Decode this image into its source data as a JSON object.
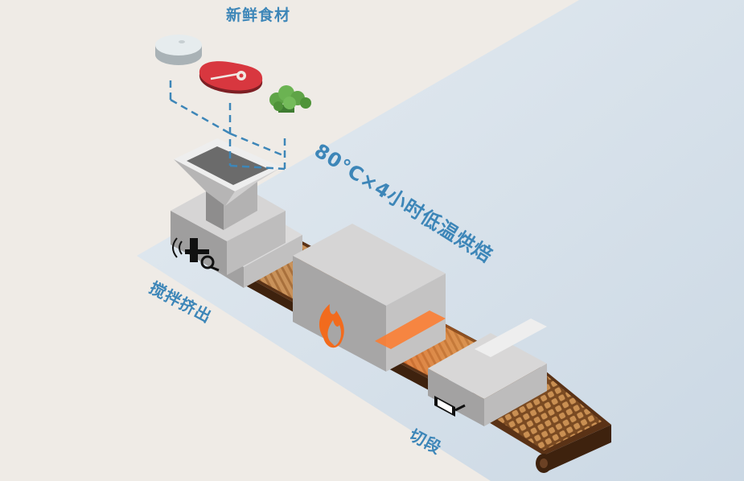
{
  "labels": {
    "fresh_ingredients": "新鲜食材",
    "mix_extrude": "搅拌挤出",
    "low_temp_bake": "80°C×4小时低温烘焙",
    "cutting": "切段"
  },
  "icons": [
    "plate-icon",
    "steak-icon",
    "broccoli-icon",
    "mixer-icon",
    "fire-icon",
    "cutter-icon"
  ],
  "colors": {
    "background": "#efebe6",
    "floor": "#d7e1ea",
    "label_blue": "#3d86b8",
    "machine_gray": "#a7a6a6",
    "machine_light": "#d6d5d5",
    "conveyor_brown": "#5a3216",
    "product_tan": "#c38a4f",
    "heat_glow": "#ff7a2a",
    "fire_orange": "#f26b1d"
  }
}
